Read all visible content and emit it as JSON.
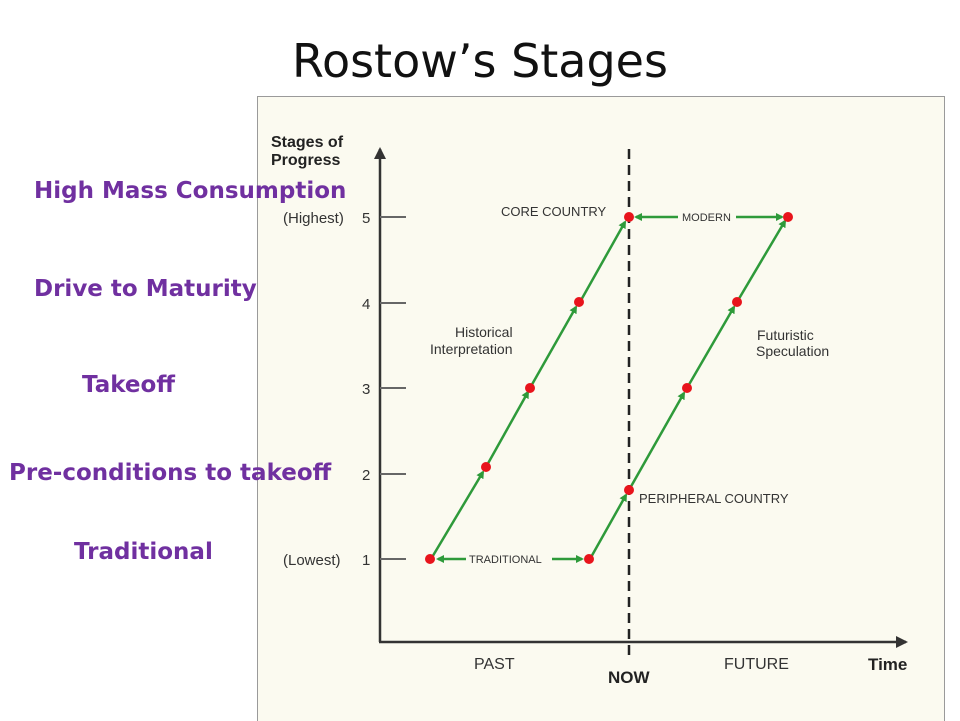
{
  "title": "Rostow’s Stages",
  "side_labels": {
    "s5": "High Mass Consumption",
    "s4": "Drive to Maturity",
    "s3": "Takeoff",
    "s2": "Pre-conditions to takeoff",
    "s1": "Traditional"
  },
  "figure": {
    "y_axis_title_line1": "Stages of",
    "y_axis_title_line2": "Progress",
    "y_ticks": {
      "t5": "5",
      "t4": "4",
      "t3": "3",
      "t2": "2",
      "t1": "1",
      "highest": "(Highest)",
      "lowest": "(Lowest)"
    },
    "x_labels": {
      "past": "PAST",
      "now": "NOW",
      "future": "FUTURE",
      "axis": "Time"
    },
    "annotations": {
      "core_country": "CORE COUNTRY",
      "modern": "MODERN",
      "traditional": "TRADITIONAL",
      "peripheral_country": "PERIPHERAL COUNTRY",
      "historical_1": "Historical",
      "historical_2": "Interpretation",
      "futuristic_1": "Futuristic",
      "futuristic_2": "Speculation"
    },
    "colors": {
      "point": "#e8141c",
      "arrow": "#2e9a3a",
      "axis": "#333333",
      "label": "#7030a0"
    }
  }
}
